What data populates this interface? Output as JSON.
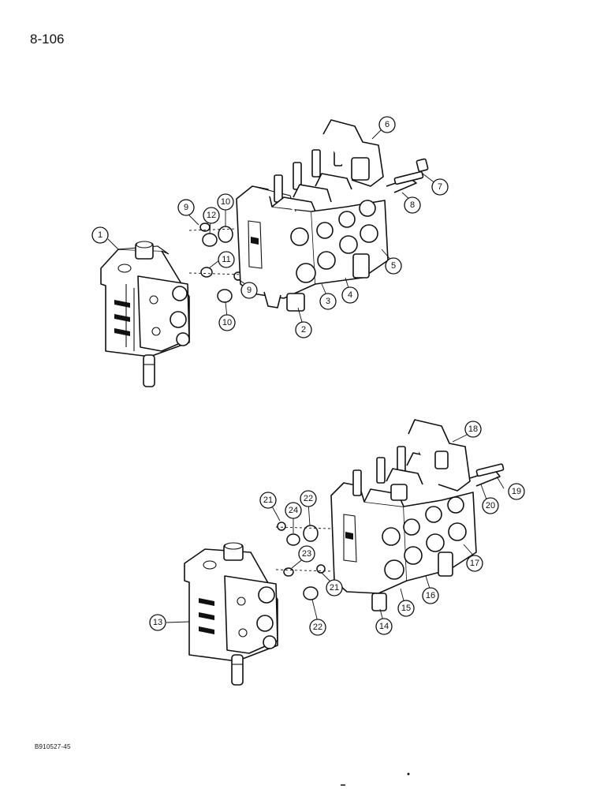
{
  "page": {
    "page_number": "8-106",
    "reference_code": "B910527-45"
  },
  "callouts": [
    "1",
    "2",
    "3",
    "4",
    "5",
    "6",
    "7",
    "8",
    "9",
    "10",
    "11",
    "12",
    "13",
    "14",
    "15",
    "16",
    "17",
    "18",
    "19",
    "20",
    "21",
    "22",
    "23",
    "24"
  ],
  "views": [
    {
      "name": "upper-assembly",
      "callouts": [
        "1",
        "2",
        "3",
        "4",
        "5",
        "6",
        "7",
        "8",
        "9",
        "10",
        "11",
        "12"
      ]
    },
    {
      "name": "lower-assembly",
      "callouts": [
        "13",
        "14",
        "15",
        "16",
        "17",
        "18",
        "19",
        "20",
        "21",
        "22",
        "23",
        "24"
      ]
    }
  ]
}
